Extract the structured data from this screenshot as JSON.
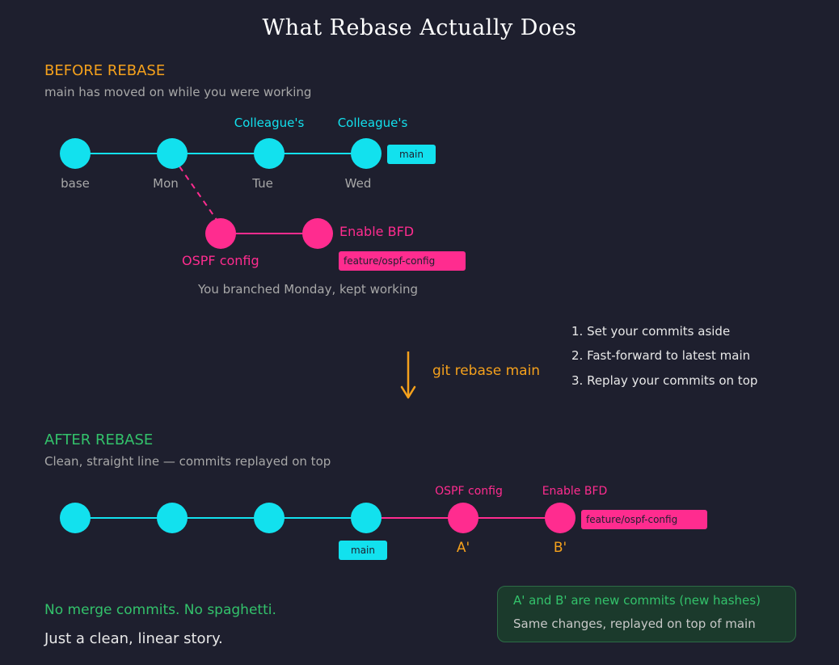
{
  "title": "What Rebase Actually Does",
  "colors": {
    "background": "#1e1f2e",
    "main_commit": "#12e1ee",
    "feature_commit": "#ff2c8f",
    "orange": "#f5a11c",
    "green": "#33c26b",
    "muted": "#a8a8a8",
    "white": "#e8e8e8"
  },
  "before": {
    "heading": "BEFORE REBASE",
    "subtitle": "main has moved on while you were working",
    "main_commits": [
      {
        "label": "base",
        "top_label": ""
      },
      {
        "label": "Mon",
        "top_label": ""
      },
      {
        "label": "Tue",
        "top_label": "Colleague's"
      },
      {
        "label": "Wed",
        "top_label": "Colleague's"
      }
    ],
    "main_tag": "main",
    "feature_commits": [
      {
        "label": "OSPF config"
      },
      {
        "label": "Enable BFD"
      }
    ],
    "feature_tag": "feature/ospf-config",
    "caption": "You branched Monday, kept working"
  },
  "action": {
    "command": "git rebase main",
    "steps": [
      "1. Set your commits aside",
      "2. Fast-forward to latest main",
      "3. Replay your commits on top"
    ]
  },
  "after": {
    "heading": "AFTER REBASE",
    "subtitle": "Clean, straight line — commits replayed on top",
    "main_tag": "main",
    "feature_commits": [
      {
        "top_label": "OSPF config",
        "bottom_label": "A'"
      },
      {
        "top_label": "Enable BFD",
        "bottom_label": "B'"
      }
    ],
    "feature_tag": "feature/ospf-config"
  },
  "footer": {
    "line1": "No merge commits. No spaghetti.",
    "line2": "Just a clean, linear story."
  },
  "callout": {
    "line1": "A' and B' are new commits (new hashes)",
    "line2": "Same changes, replayed on top of main"
  }
}
